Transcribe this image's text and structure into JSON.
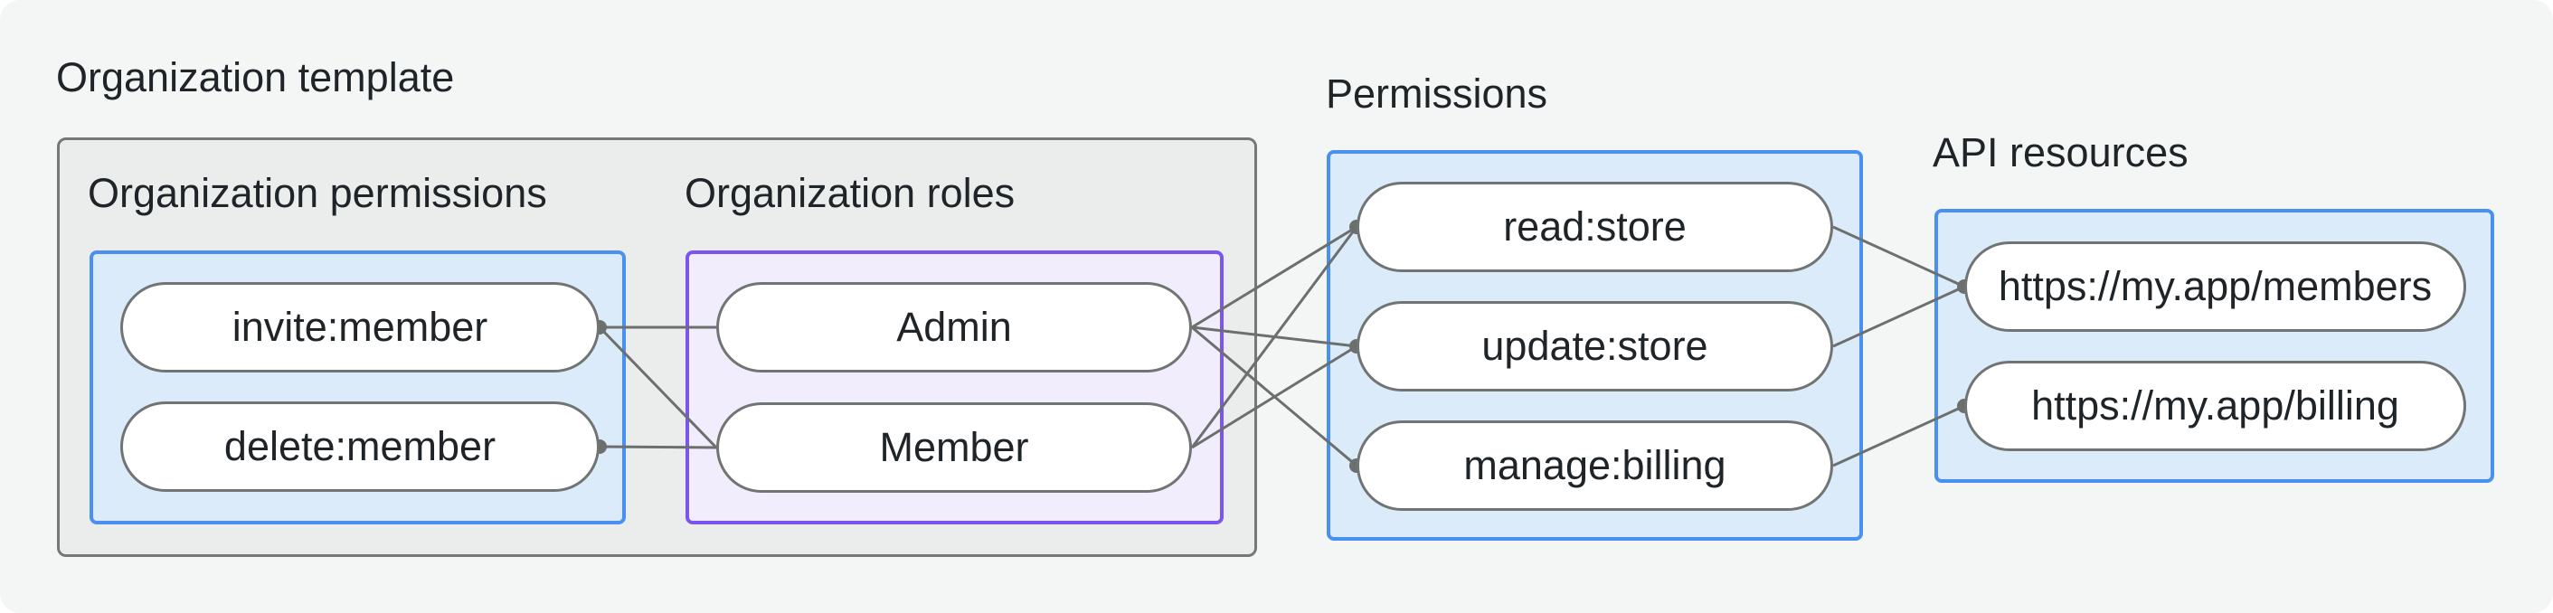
{
  "sections": {
    "org_template": {
      "label": "Organization template"
    },
    "org_permissions": {
      "label": "Organization permissions"
    },
    "org_roles": {
      "label": "Organization roles"
    },
    "permissions": {
      "label": "Permissions"
    },
    "api_resources": {
      "label": "API resources"
    }
  },
  "nodes": {
    "invite": {
      "label": "invite:member"
    },
    "delete": {
      "label": "delete:member"
    },
    "admin": {
      "label": "Admin"
    },
    "member": {
      "label": "Member"
    },
    "read": {
      "label": "read:store"
    },
    "update": {
      "label": "update:store"
    },
    "manage": {
      "label": "manage:billing"
    },
    "members_api": {
      "label": "https://my.app/members"
    },
    "billing_api": {
      "label": "https://my.app/billing"
    }
  },
  "edges": [
    {
      "from": "invite",
      "to": "admin"
    },
    {
      "from": "invite",
      "to": "member"
    },
    {
      "from": "delete",
      "to": "member"
    },
    {
      "from": "admin",
      "to": "read"
    },
    {
      "from": "admin",
      "to": "update"
    },
    {
      "from": "admin",
      "to": "manage"
    },
    {
      "from": "member",
      "to": "read"
    },
    {
      "from": "member",
      "to": "update"
    },
    {
      "from": "read",
      "to": "members_api"
    },
    {
      "from": "update",
      "to": "members_api"
    },
    {
      "from": "manage",
      "to": "billing_api"
    }
  ],
  "colors": {
    "background": "#f4f6f5",
    "container_fill": "#ebedec",
    "container_border": "#74787a",
    "blue_fill": "#dcebfa",
    "blue_border": "#4a90f0",
    "purple_fill": "#f2edfc",
    "purple_border": "#7a55ee",
    "pill_fill": "#ffffff",
    "pill_border": "#707573",
    "connector": "#6b706e",
    "text": "#1f2428"
  }
}
